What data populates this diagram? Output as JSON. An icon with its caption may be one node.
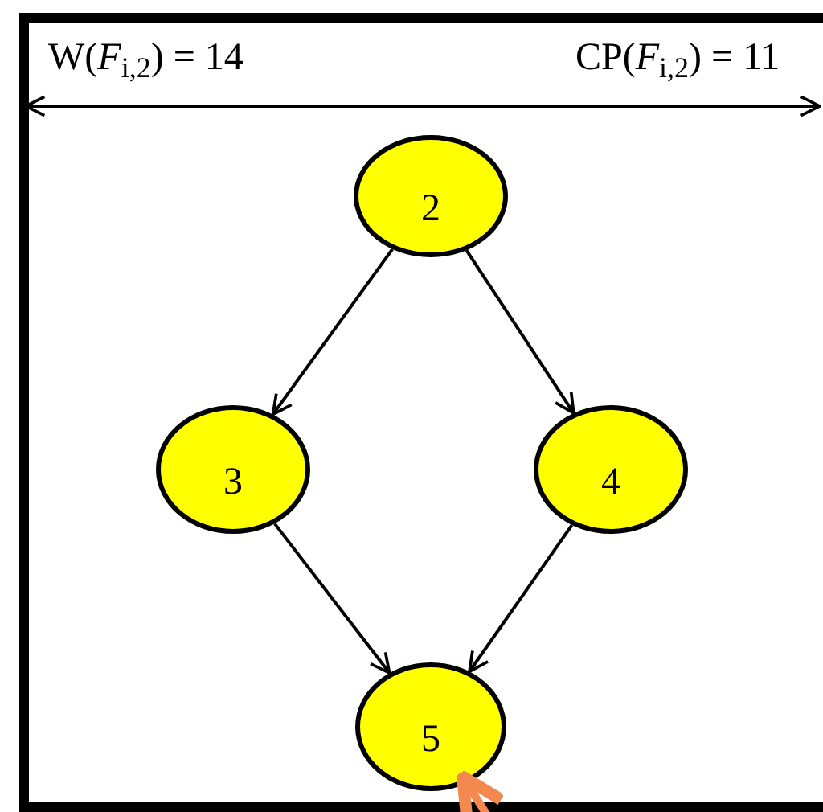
{
  "diagram": {
    "nodes": [
      {
        "text": [],
        "shape": "box"
      },
      {
        "text": [
          "2"
        ],
        "in": 0
      },
      {
        "text": [
          "3"
        ],
        "in": 0
      },
      {
        "text": [
          "4"
        ],
        "in": 0
      },
      {
        "text": [
          "5"
        ],
        "in": 0
      }
    ],
    "edges": [
      {
        "from": 1,
        "to": 2,
        "arrow": "to"
      },
      {
        "from": 1,
        "to": 3,
        "arrow": "to"
      },
      {
        "from": 2,
        "to": 4,
        "arrow": "to"
      },
      {
        "from": 3,
        "to": 4,
        "arrow": "to"
      },
      {
        "from": null,
        "to": 4,
        "arrow": "to",
        "color": "#f4894f",
        "style": "thick"
      }
    ],
    "labels": [
      "W(*F*$_{i,2}$) = 14",
      "CP(*F*$_{i,2}$) = 11"
    ]
  }
}
